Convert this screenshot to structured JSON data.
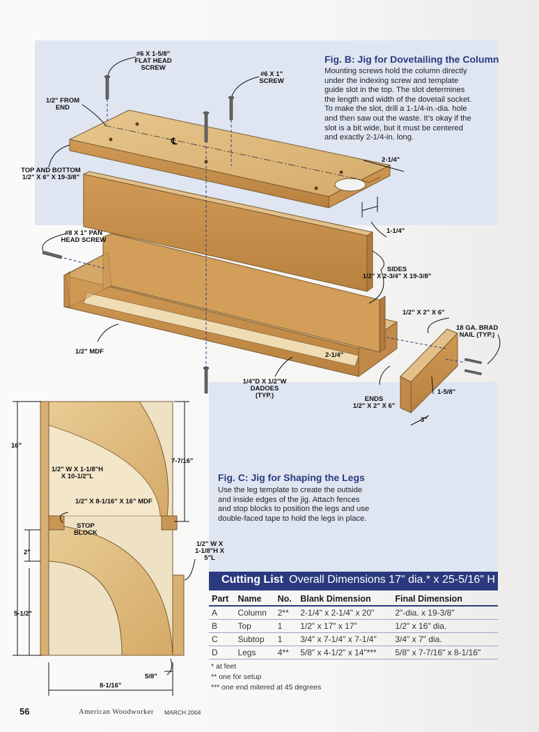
{
  "figB": {
    "title": "Fig. B: Jig for Dovetailing the Column",
    "body": [
      "Mounting screws hold the column directly",
      "under the indexing screw and template",
      "guide slot in the top. The slot determines",
      "the length and width of the dovetail socket.",
      "To make the slot, drill a 1-1/4-in.-dia. hole",
      "and then saw out the waste. It’s okay if the",
      "slot is a bit wide, but it must be centered",
      "and exactly 2-1/4-in. long."
    ],
    "labels": {
      "flat_head_screw": [
        "#6 x 1-5/8\"",
        "FLAT HEAD",
        "SCREW"
      ],
      "screw_1": [
        "#6 x 1\"",
        "SCREW"
      ],
      "from_end": [
        "1/2\" FROM",
        "END"
      ],
      "top_bottom": [
        "TOP AND BOTTOM",
        "1/2\" x 6\" x 19-3/8\""
      ],
      "slot_len": "2-1/4\"",
      "hole_dia": "1-1/4\"",
      "pan_head": [
        "#8 x 1\" PAN",
        "HEAD SCREW"
      ],
      "sides": [
        "SIDES",
        "1/2\" x 2-3/4\" x 19-3/8\""
      ],
      "block_size": "1/2\" x 2\" x 6\"",
      "brad": [
        "18 GA. BRAD",
        "NAIL (TYP.)"
      ],
      "mdf": "1/2\" MDF",
      "dado_len": "2-1/4\"",
      "dadoes": [
        "1/4\"D x 1/2\"W",
        "DADOES",
        "(TYP.)"
      ],
      "ends": [
        "ENDS",
        "1/2\" x 2\" x 6\""
      ],
      "end_h": "1-5/8\"",
      "end_w": "3\"",
      "centerline": "℄"
    }
  },
  "figC": {
    "title": "Fig. C: Jig for Shaping the Legs",
    "body": [
      "Use the leg template to create the outside",
      "and inside edges of the jig. Attach fences",
      "and stop blocks to position the legs and use",
      "double-faced tape to hold the legs in place."
    ],
    "labels": {
      "h16": "16\"",
      "fence": [
        "1/2\" W x 1-1/8\"H",
        "x 10-1/2\"L"
      ],
      "dim_7_7_16": "7-7/16\"",
      "mdf_template": "1/2\" x 8-1/16\" x 16\" MDF",
      "stop_block": [
        "STOP",
        "BLOCK"
      ],
      "h2": "2\"",
      "stop_dims": [
        "1/2\" W x",
        "1-1/8\"H x",
        "5\"L"
      ],
      "h5_1_2": "5-1/2\"",
      "w5_8": "5/8\"",
      "w8_1_16": "8-1/16\""
    }
  },
  "cutting_list": {
    "title": "Cutting List",
    "subtitle": "Overall Dimensions 17\" dia.* x 25-5/16\" H",
    "headers": [
      "Part",
      "Name",
      "No.",
      "Blank Dimension",
      "Final Dimension"
    ],
    "rows": [
      [
        "A",
        "Column",
        "2**",
        "2-1/4\" x 2-1/4\" x 20\"",
        "2\"-dia. x 19-3/8\""
      ],
      [
        "B",
        "Top",
        "1",
        "1/2\" x 17\" x 17\"",
        "1/2\" x 16\" dia."
      ],
      [
        "C",
        "Subtop",
        "1",
        "3/4\" x 7-1/4\" x 7-1/4\"",
        "3/4\" x 7\" dia."
      ],
      [
        "D",
        "Legs",
        "4**",
        "5/8\" x 4-1/2\" x 14\"***",
        "5/8\" x 7-7/16\" x 8-1/16\""
      ]
    ],
    "notes": [
      "* at feet",
      "** one for setup",
      "*** one end mitered at 45 degrees"
    ]
  },
  "footer": {
    "page_number": "56",
    "magazine": "American Woodworker",
    "date": "MARCH 2004"
  },
  "colors": {
    "accent": "#2b3a7e",
    "wood": "#d2a462",
    "panel": "#dfe6f2"
  }
}
